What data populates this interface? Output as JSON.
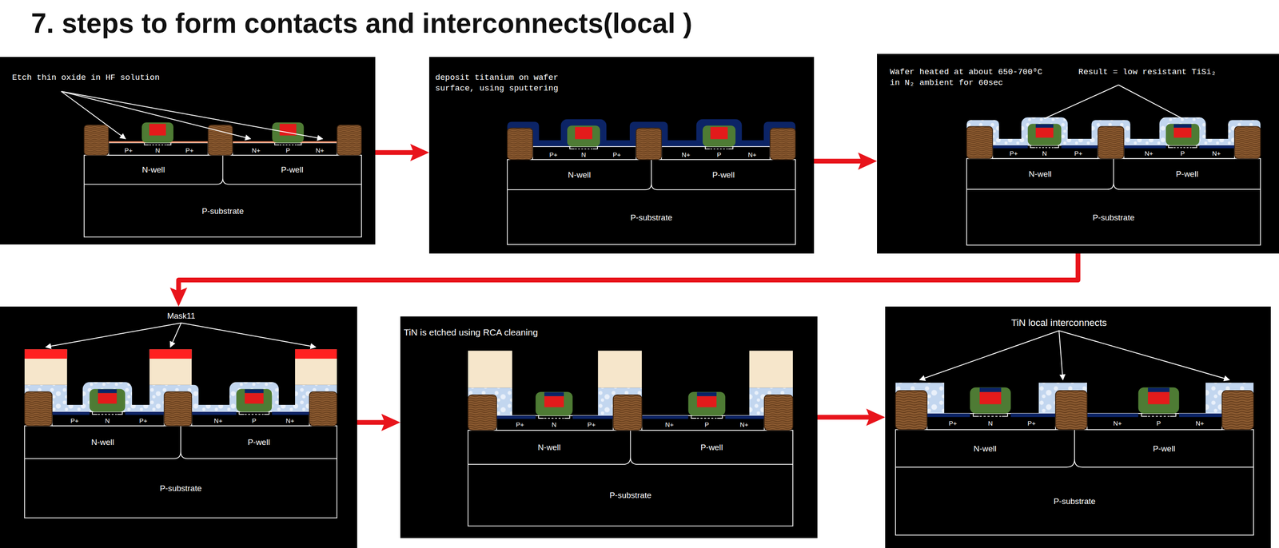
{
  "diagram": {
    "title": "7. steps to form contacts and interconnects(local )",
    "nodes": [
      {
        "text": [
          "Etch thin oxide in HF solution"
        ]
      },
      {
        "text": [
          "deposit titanium on wafer surface, using sputtering"
        ]
      },
      {
        "text": [
          "Wafer heated at about 650-700⁰C in N₂ ambient for 60sec",
          "Result = low resistant TiSi₂"
        ]
      },
      {
        "text": [
          "Mask11"
        ]
      },
      {
        "text": [
          "TiN is etched using RCA cleaning"
        ]
      },
      {
        "text": [
          "TiN local interconnects"
        ]
      }
    ],
    "edges": [
      {
        "from": 0,
        "to": 1,
        "arrow": "to"
      },
      {
        "from": 1,
        "to": 2,
        "arrow": "to"
      },
      {
        "from": 2,
        "to": 3,
        "arrow": "to"
      },
      {
        "from": 3,
        "to": 4,
        "arrow": "to"
      },
      {
        "from": 4,
        "to": 5,
        "arrow": "to"
      }
    ],
    "labels": [
      "P+",
      "N",
      "P+",
      "N+",
      "P",
      "N+",
      "N-well",
      "P-well",
      "P-substrate",
      "P+",
      "N",
      "P+",
      "N+",
      "P",
      "N+",
      "N-well",
      "P-well",
      "P-substrate",
      "P+",
      "N",
      "P+",
      "N+",
      "P",
      "N+",
      "N-well",
      "P-well",
      "P-substrate",
      "P+",
      "N",
      "P+",
      "N+",
      "P",
      "N+",
      "N-well",
      "P-well",
      "P-substrate",
      "P+",
      "N",
      "P+",
      "N+",
      "P",
      "N+",
      "N-well",
      "P-well",
      "P-substrate",
      "P+",
      "N",
      "P+",
      "N+",
      "P",
      "N+",
      "N-well",
      "P-well",
      "P-substrate"
    ]
  }
}
